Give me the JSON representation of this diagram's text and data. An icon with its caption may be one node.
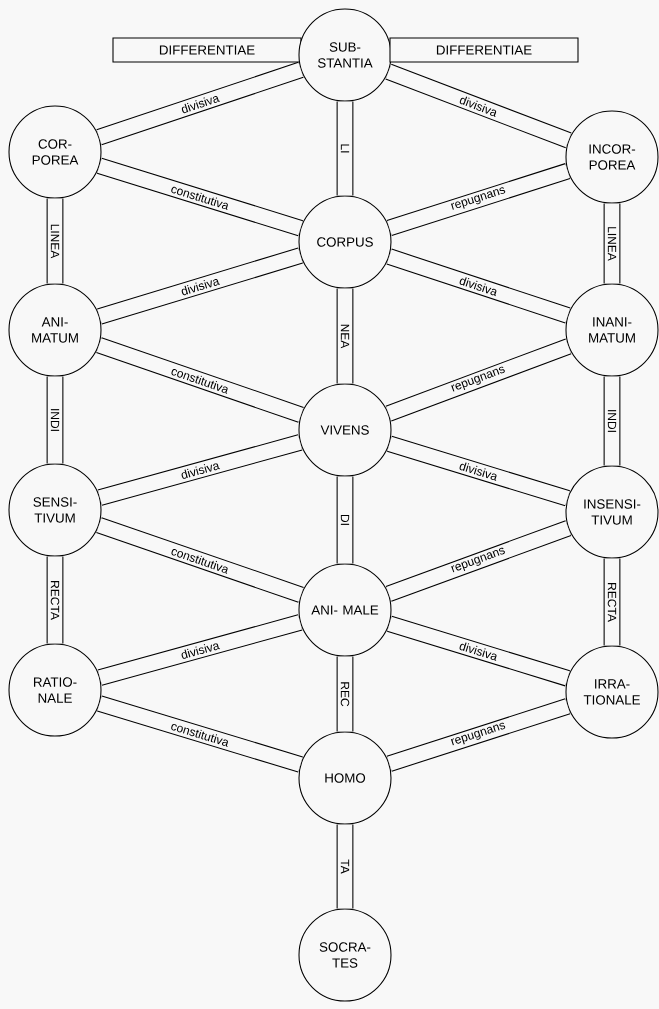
{
  "diagram": {
    "nodes": [
      {
        "text": [
          "DIFFERENTIAE"
        ]
      },
      {
        "text": [
          "SUB- STANTIA"
        ]
      },
      {
        "text": [
          "DIFFERENTIAE"
        ]
      },
      {
        "text": [
          "COR- POREA"
        ]
      },
      {
        "text": [
          "INCOR- POREA"
        ]
      },
      {
        "text": [
          "CORPUS"
        ]
      },
      {
        "text": [
          "ANI- MATUM"
        ]
      },
      {
        "text": [
          "INANI- MATUM"
        ]
      },
      {
        "text": [
          "VIVENS"
        ]
      },
      {
        "text": [
          "SENSI- TIVUM"
        ]
      },
      {
        "text": [
          "INSENSI- TIVUM"
        ]
      },
      {
        "text": [
          "ANI- MALE"
        ]
      },
      {
        "text": [
          "RATIO- NALE"
        ]
      },
      {
        "text": [
          "IRRA- TIONALE"
        ]
      },
      {
        "text": [
          "HOMO"
        ]
      },
      {
        "text": [
          "SOCRA- TES"
        ]
      }
    ],
    "edges": [
      {
        "from": 1,
        "to": 3,
        "arrow": "none",
        "label": "divisiva"
      },
      {
        "from": 1,
        "to": 4,
        "arrow": "none",
        "label": "divisiva"
      },
      {
        "from": 1,
        "to": 5,
        "arrow": "none",
        "label": "LI"
      },
      {
        "from": 3,
        "to": 5,
        "arrow": "none",
        "label": "constitutiva"
      },
      {
        "from": 4,
        "to": 5,
        "arrow": "none",
        "label": "repugnans"
      },
      {
        "from": 3,
        "to": 6,
        "arrow": "none",
        "label": "LINEA"
      },
      {
        "from": 4,
        "to": 7,
        "arrow": "none",
        "label": "LINEA"
      },
      {
        "from": 5,
        "to": 6,
        "arrow": "none",
        "label": "divisiva"
      },
      {
        "from": 5,
        "to": 7,
        "arrow": "none",
        "label": "divisiva"
      },
      {
        "from": 5,
        "to": 8,
        "arrow": "none",
        "label": "NEA"
      },
      {
        "from": 6,
        "to": 8,
        "arrow": "none",
        "label": "constitutiva"
      },
      {
        "from": 7,
        "to": 8,
        "arrow": "none",
        "label": "repugnans"
      },
      {
        "from": 6,
        "to": 9,
        "arrow": "none",
        "label": "INDI"
      },
      {
        "from": 7,
        "to": 10,
        "arrow": "none",
        "label": "INDI"
      },
      {
        "from": 8,
        "to": 9,
        "arrow": "none",
        "label": "divisiva"
      },
      {
        "from": 8,
        "to": 10,
        "arrow": "none",
        "label": "divisiva"
      },
      {
        "from": 8,
        "to": 11,
        "arrow": "none",
        "label": "DI"
      },
      {
        "from": 9,
        "to": 11,
        "arrow": "none",
        "label": "constitutiva"
      },
      {
        "from": 10,
        "to": 11,
        "arrow": "none",
        "label": "repugnans"
      },
      {
        "from": 9,
        "to": 12,
        "arrow": "none",
        "label": "RECTA"
      },
      {
        "from": 10,
        "to": 13,
        "arrow": "none",
        "label": "RECTA"
      },
      {
        "from": 11,
        "to": 12,
        "arrow": "none",
        "label": "divisiva"
      },
      {
        "from": 11,
        "to": 13,
        "arrow": "none",
        "label": "divisiva"
      },
      {
        "from": 11,
        "to": 14,
        "arrow": "none",
        "label": "REC"
      },
      {
        "from": 12,
        "to": 14,
        "arrow": "none",
        "label": "constitutiva"
      },
      {
        "from": 13,
        "to": 14,
        "arrow": "none",
        "label": "repugnans"
      },
      {
        "from": 14,
        "to": 15,
        "arrow": "none",
        "label": "TA"
      }
    ]
  }
}
